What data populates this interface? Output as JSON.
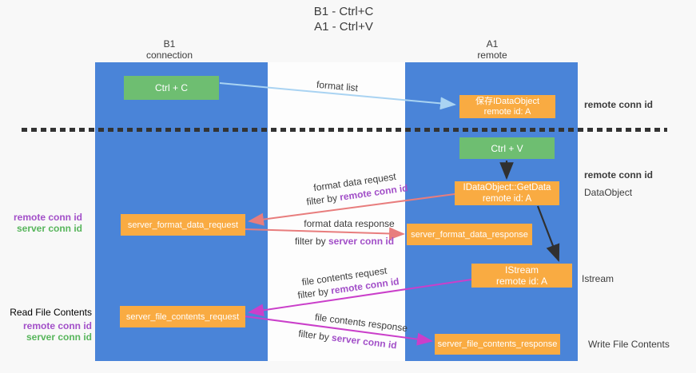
{
  "title": {
    "line1": "B1 - Ctrl+C",
    "line2": "A1 - Ctrl+V"
  },
  "lanes": {
    "left": {
      "name": "B1",
      "role": "connection"
    },
    "right": {
      "name": "A1",
      "role": "remote"
    }
  },
  "nodes": {
    "ctrl_c": {
      "label": "Ctrl + C"
    },
    "save_idataobject": {
      "line1": "保存IDataObject",
      "line2": "remote id: A"
    },
    "ctrl_v": {
      "label": "Ctrl + V"
    },
    "getdata": {
      "line1": "IDataObject::GetData",
      "line2": "remote id: A"
    },
    "format_request": {
      "label": "server_format_data_request"
    },
    "format_response": {
      "label": "server_format_data_response"
    },
    "istream": {
      "line1": "IStream",
      "line2": "remote id: A"
    },
    "file_request": {
      "label": "server_file_contents_request"
    },
    "file_response": {
      "label": "server_file_contents_response"
    }
  },
  "edge_labels": {
    "format_list": "format list",
    "format_data_request": "format data request",
    "format_data_response": "format data response",
    "file_contents_request": "file contents request",
    "file_contents_response": "file contents response",
    "filter_by": "filter by ",
    "remote_conn_id": "remote conn id",
    "server_conn_id": "server conn id"
  },
  "side_labels": {
    "remote_conn_id": "remote conn id",
    "server_conn_id": "server conn id",
    "dataobject": "DataObject",
    "istream": "Istream",
    "read_file_contents": "Read File Contents",
    "write_file_contents": "Write File Contents"
  },
  "colors": {
    "lane_blue": "#4a84d8",
    "action_green": "#6ebe71",
    "message_orange": "#f9ab42",
    "remote_purple": "#a24fc8",
    "server_green": "#57b55b",
    "arrow_salmon": "#e87d7d",
    "arrow_magenta": "#ca3fca",
    "arrow_lightblue": "#a9d3f2"
  }
}
